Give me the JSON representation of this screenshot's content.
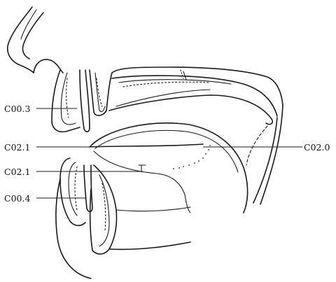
{
  "labels": {
    "c00_3": "C00.3",
    "c02_1_upper": "C02.1",
    "c02_1_lower": "C02.1",
    "c00_4": "C00.4",
    "c02_0": "C02.0"
  },
  "colors": {
    "stroke": "#1a1a1a",
    "background": "#ffffff"
  }
}
